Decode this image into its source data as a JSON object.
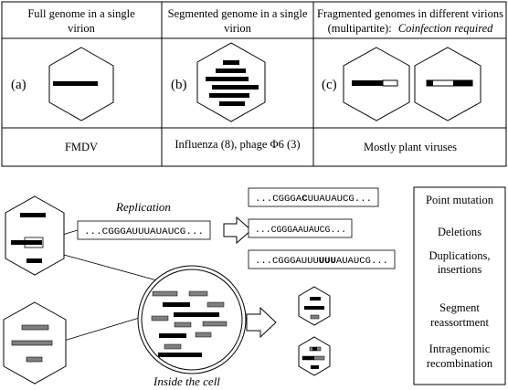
{
  "table": {
    "headers": [
      {
        "line1": "Full genome in a single",
        "line2": "virion",
        "line2_italic": ""
      },
      {
        "line1": "Segmented genome in a single",
        "line2": "virion",
        "line2_italic": ""
      },
      {
        "line1": "Fragmented genomes in different virions",
        "line2": "(multipartite):",
        "line2_italic": "Coinfection required"
      }
    ],
    "panel_labels": [
      "(a)",
      "(b)",
      "(c)"
    ],
    "examples": [
      "FMDV",
      "Influenza (8), phage Φ6 (3)",
      "Mostly plant viruses"
    ]
  },
  "diagram": {
    "replication_label": "Replication",
    "inside_cell_label": "Inside the cell",
    "original_sequence": "...CGGGAUUUAUAUCG...",
    "mutant_sequences": [
      {
        "before": "...CGGGA",
        "mutated": "C",
        "after": "UUAUAUCG..."
      },
      {
        "before": "...CGGGAAUAUCG...",
        "mutated": "",
        "after": ""
      },
      {
        "before": "...CGGGAUUU",
        "mutated": "UUU",
        "after": "AUAUCG..."
      }
    ],
    "mechanisms": [
      {
        "line1": "Point mutation",
        "line2": ""
      },
      {
        "line1": "Deletions",
        "line2": ""
      },
      {
        "line1": "Duplications,",
        "line2": "insertions"
      },
      {
        "line1": "Segment",
        "line2": "reassortment"
      },
      {
        "line1": "Intragenomic",
        "line2": "recombination"
      }
    ]
  },
  "colors": {
    "segment_black": "#000000",
    "segment_gray": "#808080",
    "line": "#000000",
    "background": "#ffffff"
  }
}
